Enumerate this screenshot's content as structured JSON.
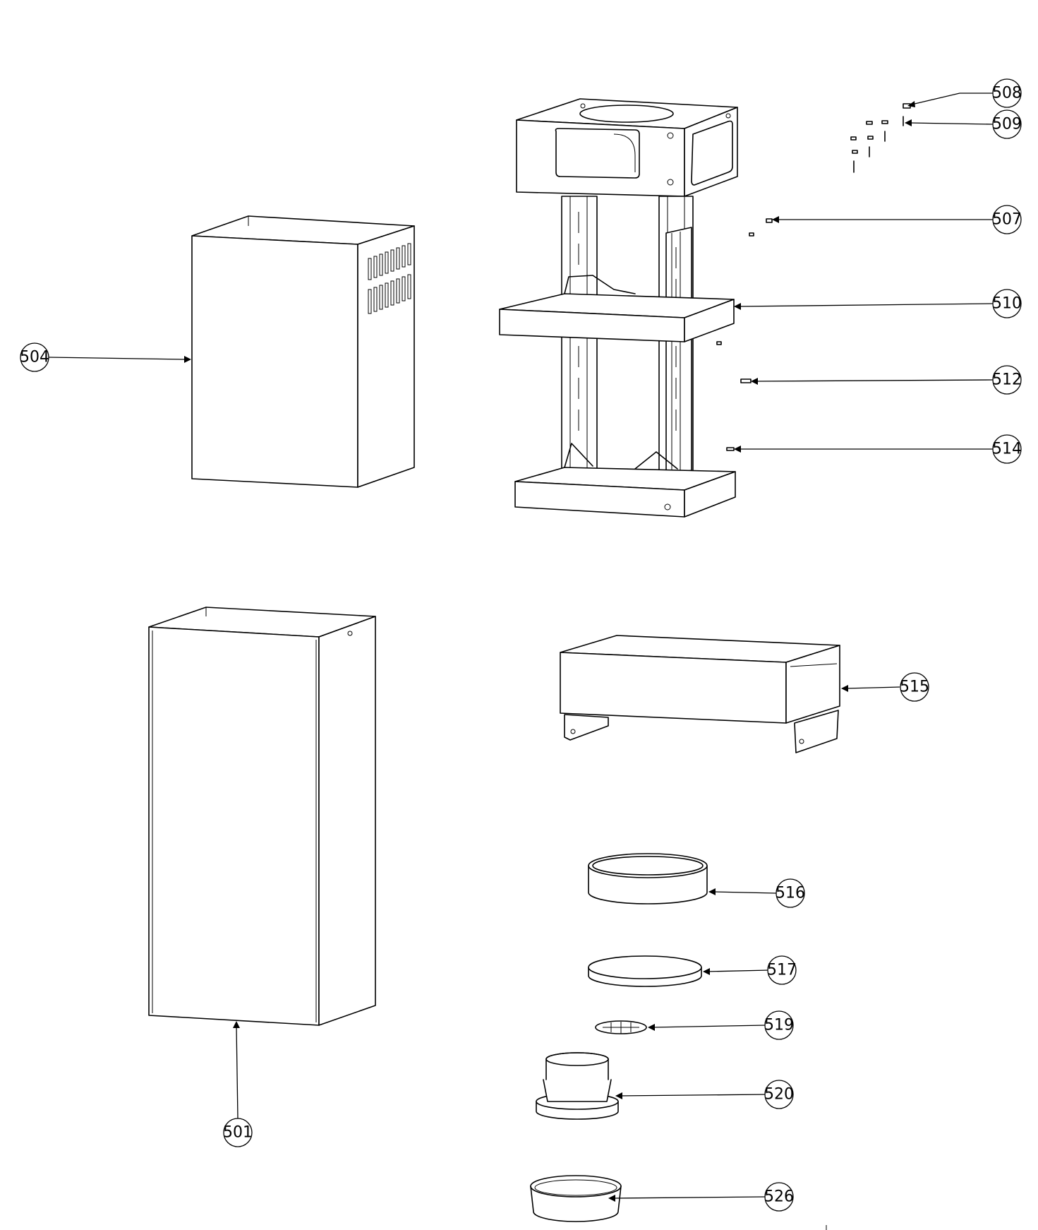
{
  "callouts": [
    {
      "id": "c508",
      "label": "508"
    },
    {
      "id": "c509",
      "label": "509"
    },
    {
      "id": "c507",
      "label": "507"
    },
    {
      "id": "c510",
      "label": "510"
    },
    {
      "id": "c504",
      "label": "504"
    },
    {
      "id": "c512",
      "label": "512"
    },
    {
      "id": "c514",
      "label": "514"
    },
    {
      "id": "c515",
      "label": "515"
    },
    {
      "id": "c516",
      "label": "516"
    },
    {
      "id": "c517",
      "label": "517"
    },
    {
      "id": "c519",
      "label": "519"
    },
    {
      "id": "c520",
      "label": "520"
    },
    {
      "id": "c501",
      "label": "501"
    },
    {
      "id": "c526",
      "label": "526"
    }
  ]
}
